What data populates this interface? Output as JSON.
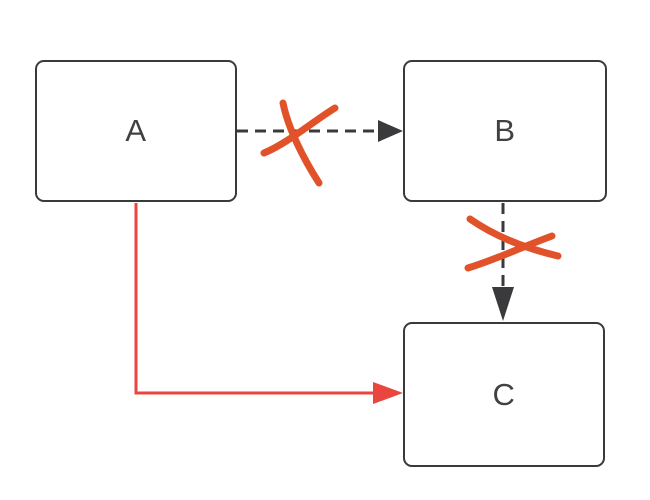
{
  "diagram": {
    "nodes": [
      {
        "id": "A",
        "label": "A"
      },
      {
        "id": "B",
        "label": "B"
      },
      {
        "id": "C",
        "label": "C"
      }
    ],
    "edges": [
      {
        "id": "a-to-b",
        "from": "A",
        "to": "B",
        "line_style": "dashed",
        "color": "#3a3a3c",
        "annotation": "crossed-out"
      },
      {
        "id": "b-to-c",
        "from": "B",
        "to": "C",
        "line_style": "dashed",
        "color": "#3a3a3c",
        "annotation": "crossed-out"
      },
      {
        "id": "a-to-c",
        "from": "A",
        "to": "C",
        "line_style": "solid",
        "color": "#e8463f",
        "annotation": "none"
      }
    ],
    "cross_marks": [
      {
        "on_edge": "a-to-b",
        "meaning": "connection removed"
      },
      {
        "on_edge": "b-to-c",
        "meaning": "connection removed"
      }
    ],
    "colors": {
      "background": "#ffffff",
      "node_border": "#3a3a3c",
      "node_fill": "#ffffff",
      "label_text": "#414141",
      "dashed_edge": "#3a3a3c",
      "active_edge": "#e8463f",
      "cross_mark": "#e2522a"
    }
  }
}
